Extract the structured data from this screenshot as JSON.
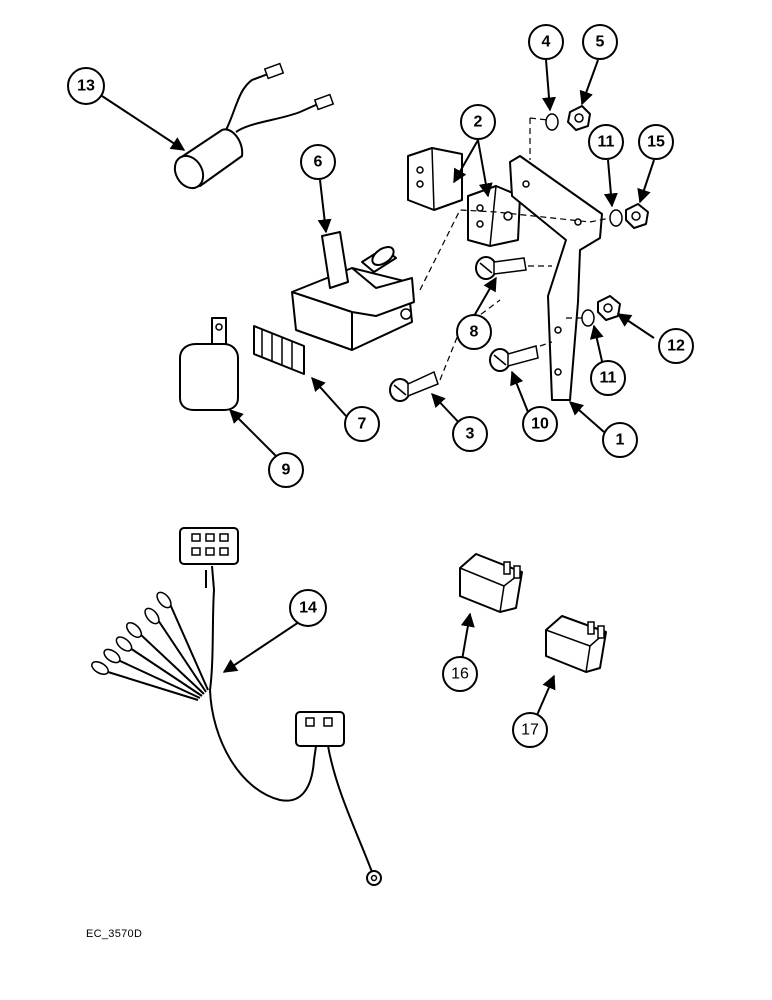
{
  "figure_code": "EC_3570D",
  "callouts": {
    "c1": "1",
    "c2": "2",
    "c3": "3",
    "c4": "4",
    "c5": "5",
    "c6": "6",
    "c7": "7",
    "c8": "8",
    "c9": "9",
    "c10": "10",
    "c11a": "11",
    "c11b": "11",
    "c12": "12",
    "c13": "13",
    "c14": "14",
    "c15": "15",
    "c16": "16",
    "c17": "17"
  }
}
